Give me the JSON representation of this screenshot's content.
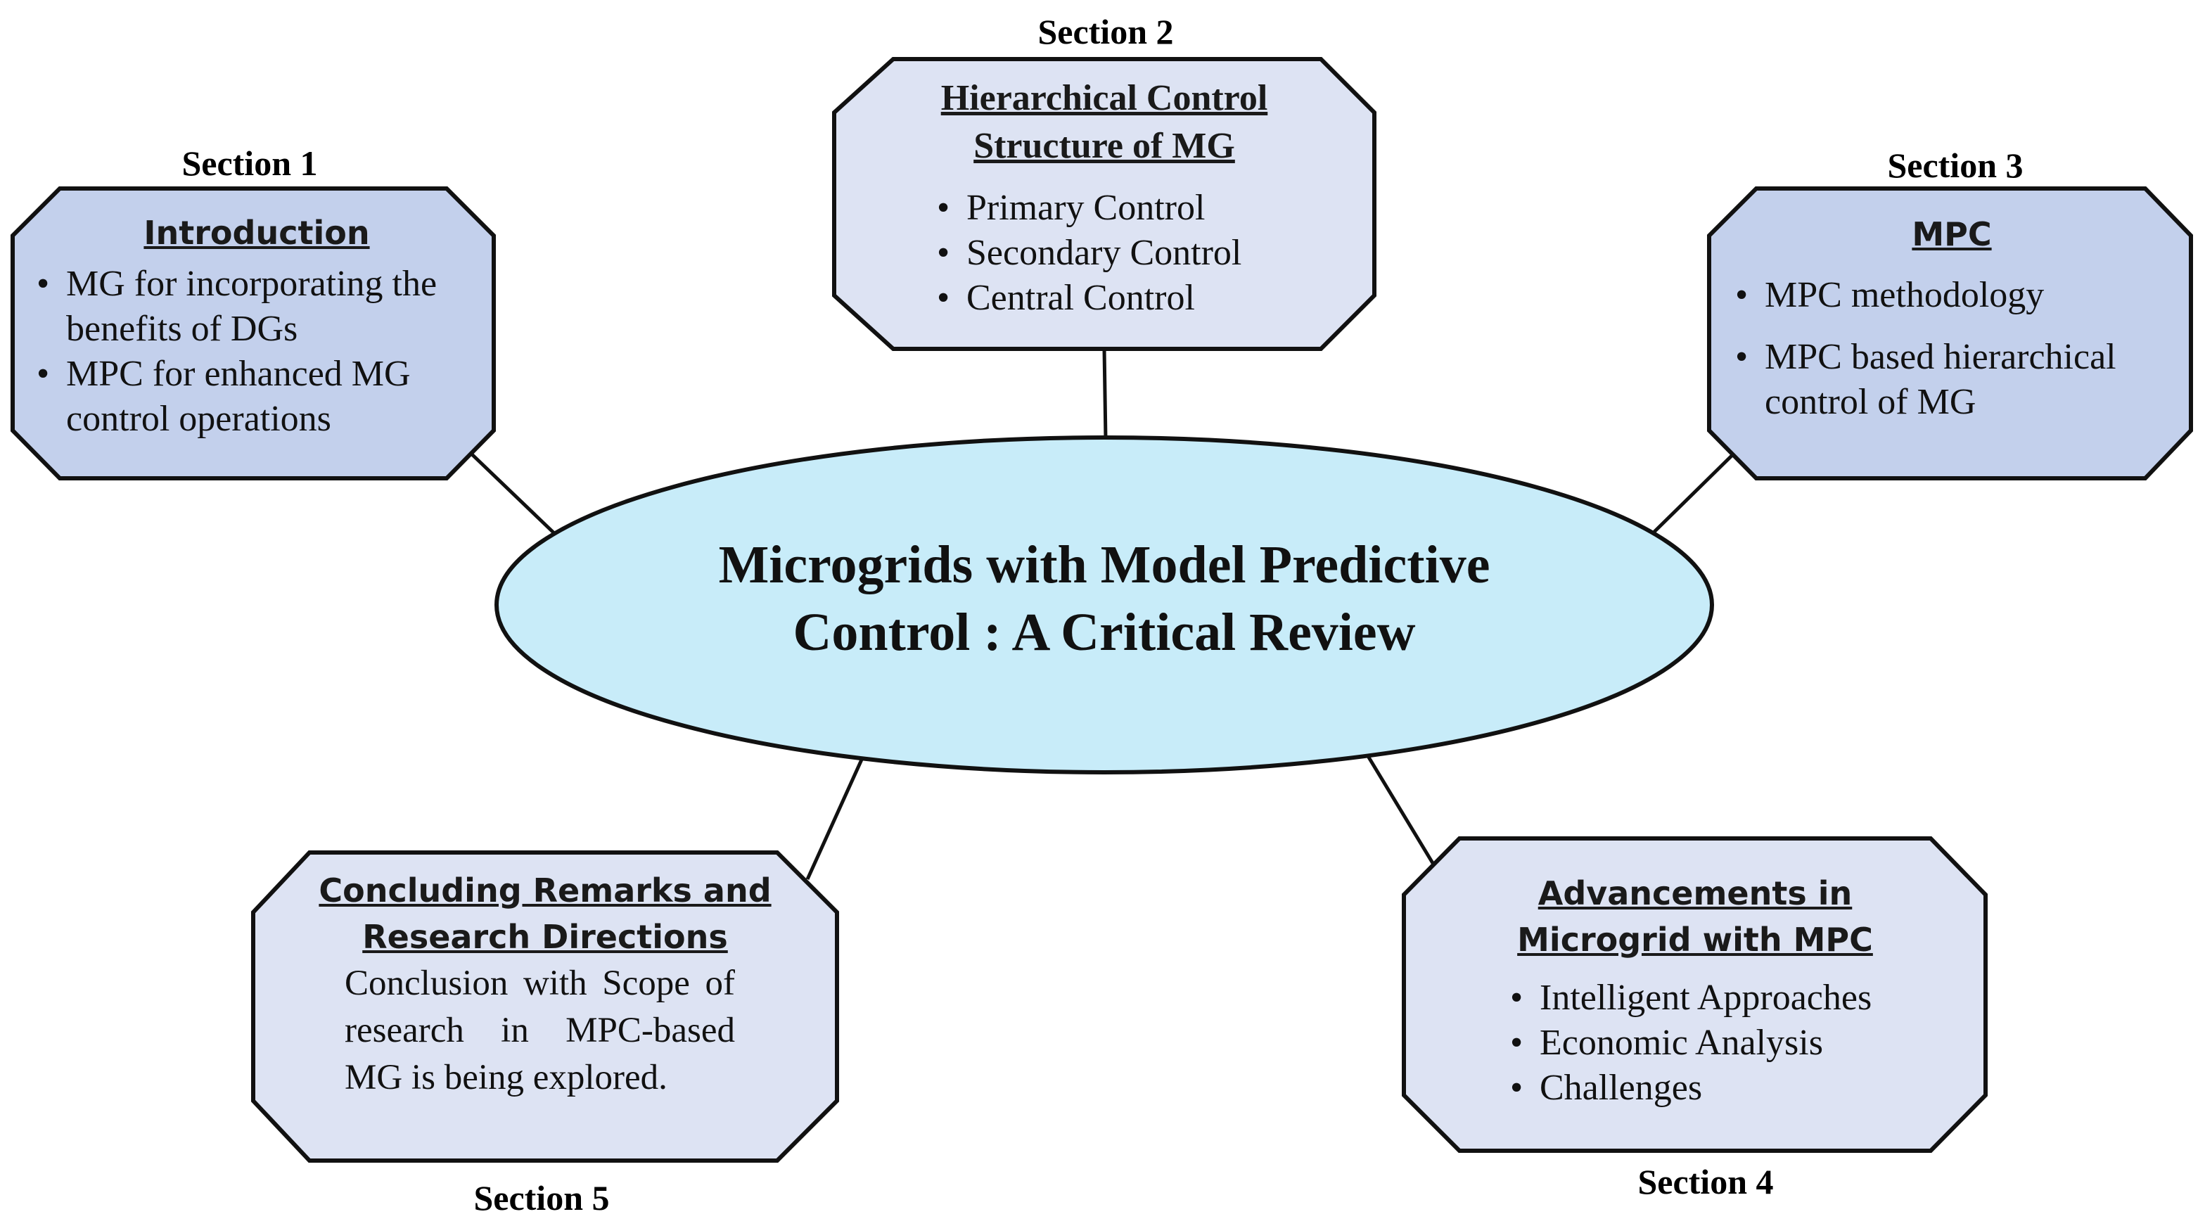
{
  "center": {
    "title_line1": "Microgrids with Model Predictive",
    "title_line2": "Control : A Critical Review"
  },
  "sections": {
    "s1": {
      "label": "Section 1",
      "title": "Introduction",
      "bullets": [
        "MG for incorporating the benefits of DGs",
        "MPC for enhanced MG control operations"
      ]
    },
    "s2": {
      "label": "Section 2",
      "title_line1": "Hierarchical Control",
      "title_line2": "Structure of MG",
      "bullets": [
        "Primary Control",
        "Secondary Control",
        "Central Control"
      ]
    },
    "s3": {
      "label": "Section 3",
      "title": "MPC",
      "bullets": [
        "MPC methodology",
        "MPC based hierarchical control of MG"
      ]
    },
    "s4": {
      "label": "Section 4",
      "title_line1": "Advancements in",
      "title_line2": "Microgrid with MPC",
      "bullets": [
        "Intelligent Approaches",
        "Economic Analysis",
        "Challenges"
      ]
    },
    "s5": {
      "label": "Section 5",
      "title_line1": "Concluding Remarks and",
      "title_line2": "Research Directions",
      "text": "Conclusion with Scope of research in MPC-based MG is being explored."
    }
  },
  "colors": {
    "ellipse_fill": "#c8ecf9",
    "box_dark_fill": "#c3d0ec",
    "box_light_fill": "#dde3f3",
    "stroke": "#111111"
  }
}
